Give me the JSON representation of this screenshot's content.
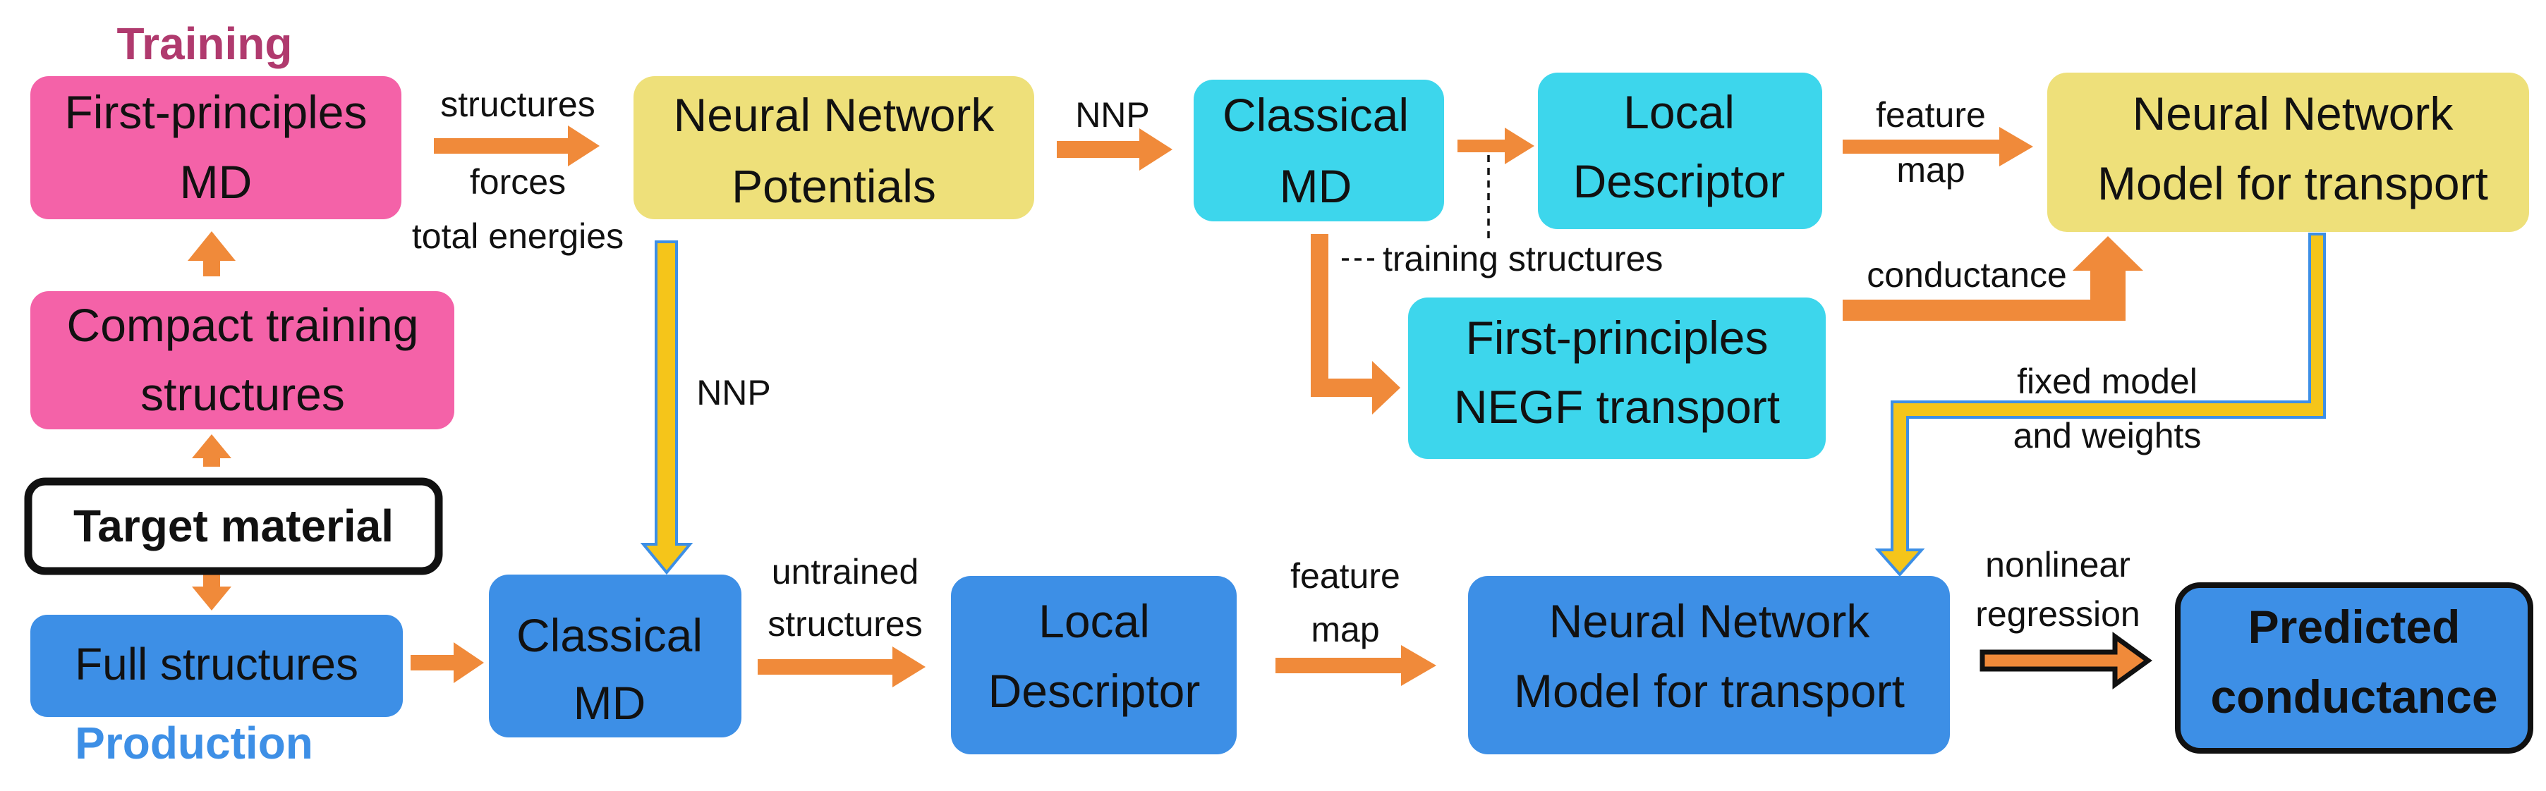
{
  "colors": {
    "training": "#F462A8",
    "nnp": "#EEE07A",
    "md_cyan": "#3DD6EC",
    "production": "#3D8FE6",
    "arrow_orange": "#F08A3A",
    "arrow_gold": "#F5C51A",
    "arrow_gold_outline": "#3D8FE6",
    "training_label": "#B03A6E",
    "production_label": "#3D8FE6"
  },
  "labels": {
    "training": "Training",
    "production": "Production"
  },
  "nodes": {
    "first_principles_md": [
      "First-principles",
      "MD"
    ],
    "compact_training": [
      "Compact training",
      "structures"
    ],
    "target_material": [
      "Target material"
    ],
    "full_structures": [
      "Full structures"
    ],
    "nnp": [
      "Neural Network",
      "Potentials"
    ],
    "classical_md_top": [
      "Classical",
      "MD"
    ],
    "local_descriptor_top": [
      "Local",
      "Descriptor"
    ],
    "negf": [
      "First-principles",
      "NEGF transport"
    ],
    "nn_transport_top": [
      "Neural Network",
      "Model for transport"
    ],
    "classical_md_bottom": [
      "Classical",
      "MD"
    ],
    "local_descriptor_bottom": [
      "Local",
      "Descriptor"
    ],
    "nn_transport_bottom": [
      "Neural Network",
      "Model for transport"
    ],
    "predicted": [
      "Predicted",
      "conductance"
    ]
  },
  "edge_labels": {
    "fp_to_nnp": [
      "structures",
      "forces",
      "total energies"
    ],
    "nnp_to_md": "NNP",
    "nnp_down": "NNP",
    "feature_top": [
      "feature",
      "map"
    ],
    "training_structures": "training structures",
    "conductance": "conductance",
    "fixed_model": [
      "fixed model",
      "and weights"
    ],
    "untrained": [
      "untrained",
      "structures"
    ],
    "feature_bottom": [
      "feature",
      "map"
    ],
    "nonlinear": [
      "nonlinear",
      "regression"
    ]
  }
}
